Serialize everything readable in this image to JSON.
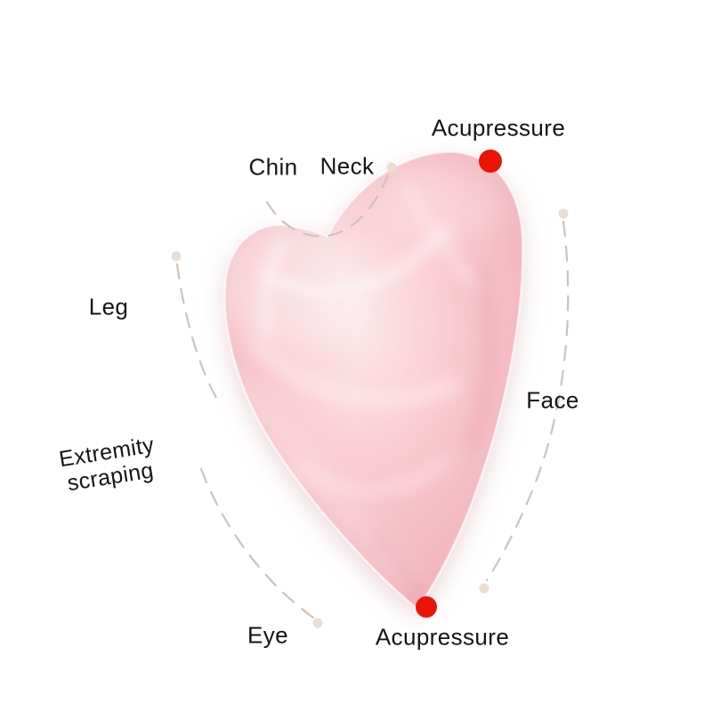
{
  "page": {
    "background": "#ffffff"
  },
  "labels": {
    "acupressure_top": "Acupressure",
    "chin": "Chin",
    "neck": "Neck",
    "leg": "Leg",
    "face": "Face",
    "extremity_line1": "Extremity",
    "extremity_line2": "scraping",
    "eye": "Eye",
    "acupressure_bottom": "Acupressure"
  },
  "colors": {
    "text": "#151515",
    "dash_line": "#ccc4b7",
    "guide_dot": "#e9ded0",
    "acupressure_dot": "#eb1407",
    "stone_light": "#fde7e9",
    "stone_mid": "#f7c8ce",
    "stone_deep": "#efa8b3"
  }
}
